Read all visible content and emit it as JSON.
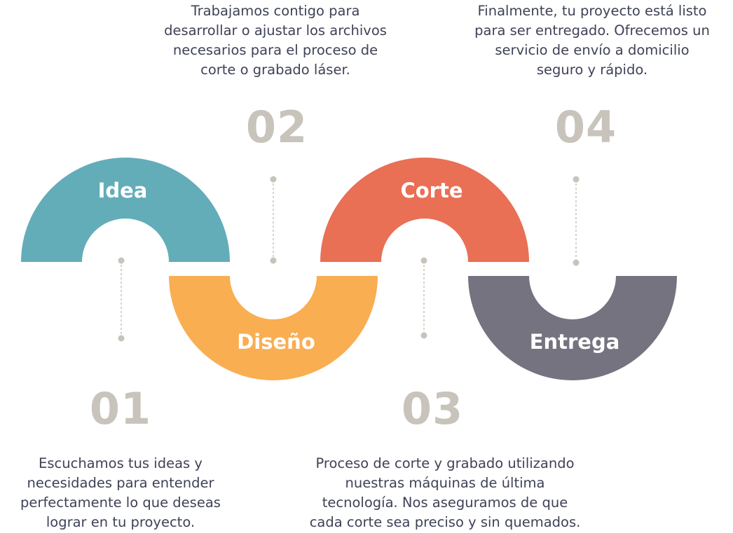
{
  "steps": [
    {
      "number": "01",
      "title": "Idea",
      "color": "#63adb9",
      "description": [
        "Escuchamos tus ideas y",
        "necesidades para entender",
        "perfectamente lo que deseas",
        "lograr en tu proyecto."
      ]
    },
    {
      "number": "02",
      "title": "Diseño",
      "color": "#f9ae52",
      "description": [
        "Trabajamos contigo para",
        "desarrollar o ajustar los archivos",
        "necesarios para el proceso de",
        "corte o grabado láser."
      ]
    },
    {
      "number": "03",
      "title": "Corte",
      "color": "#e96f55",
      "description": [
        "Proceso de corte y grabado utilizando",
        "nuestras máquinas de última",
        "tecnología. Nos aseguramos de que",
        "cada corte sea preciso y sin quemados."
      ]
    },
    {
      "number": "04",
      "title": "Entrega",
      "color": "#74737f",
      "description": [
        "Finalmente, tu proyecto está listo",
        "para ser entregado. Ofrecemos un",
        "servicio de envío a domicilio",
        "seguro y rápido."
      ]
    }
  ],
  "connector_color": "#c8c3bb"
}
